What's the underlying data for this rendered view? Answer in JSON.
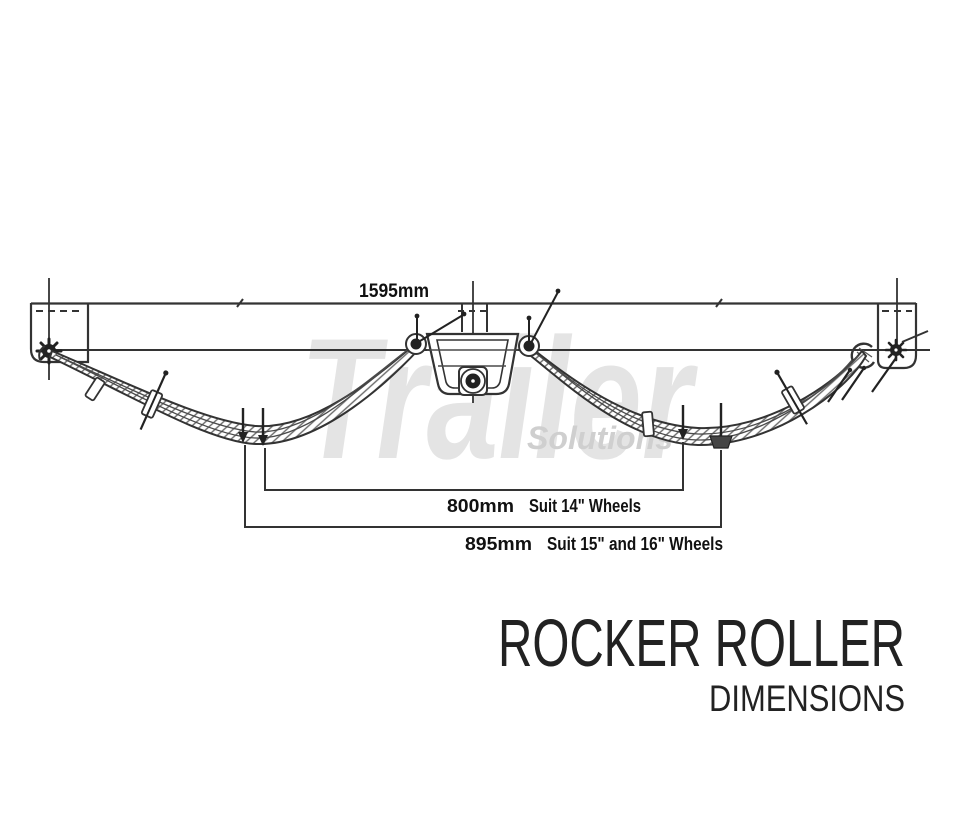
{
  "watermark": {
    "brand": "Trailer",
    "subbrand": "Solutions"
  },
  "drawing": {
    "dim_overall": {
      "value": "1595mm"
    },
    "dim_wheel14": {
      "value": "800mm",
      "note": "Suit 14\" Wheels"
    },
    "dim_wheel15_16": {
      "value": "895mm",
      "note": "Suit 15\" and 16\" Wheels"
    }
  },
  "title": {
    "main": "ROCKER ROLLER",
    "sub": "DIMENSIONS"
  },
  "colors": {
    "ink": "#333333",
    "dark_fill": "#222222",
    "dimension_text": "#111111",
    "title_text": "#222222",
    "watermark_brand": "#e4e4e4",
    "watermark_sub": "#cfcfcf",
    "background": "#ffffff"
  }
}
